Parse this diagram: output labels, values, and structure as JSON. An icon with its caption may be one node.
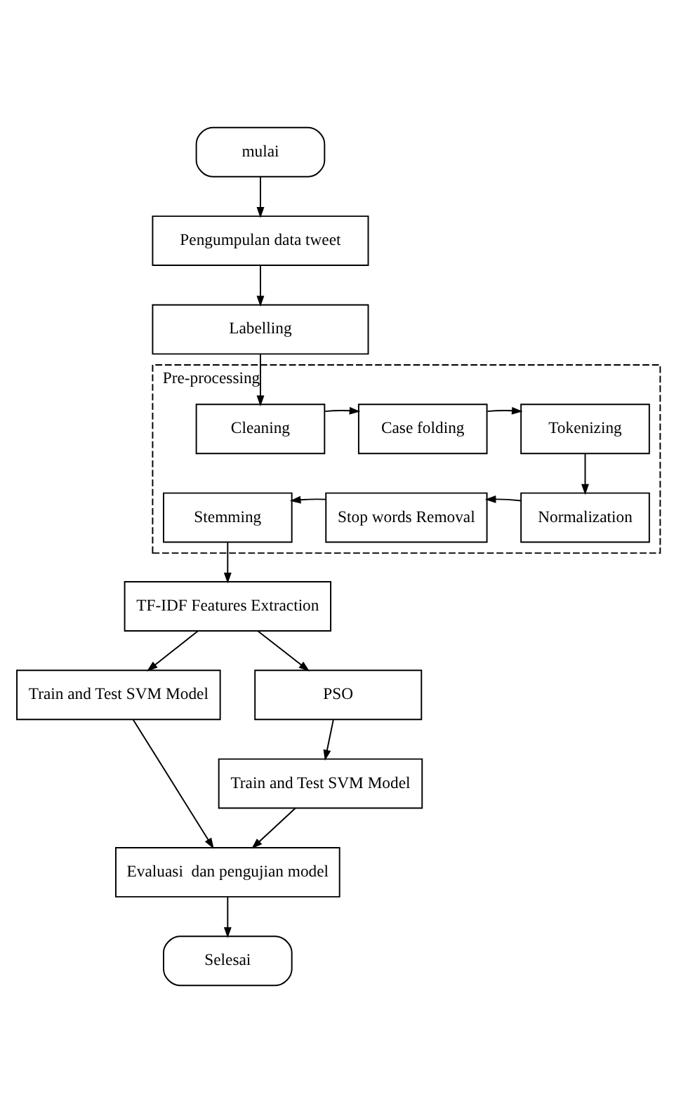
{
  "diagram": {
    "nodes": [
      {
        "text": [
          "mulai"
        ]
      },
      {
        "text": [
          "Pengumpulan data tweet"
        ]
      },
      {
        "text": [
          "Labelling"
        ]
      },
      {
        "text": [
          "Pre-processing"
        ]
      },
      {
        "text": [
          "Cleaning"
        ],
        "in": 3
      },
      {
        "text": [
          "Case folding"
        ],
        "in": 3
      },
      {
        "text": [
          "Tokenizing"
        ],
        "in": 3
      },
      {
        "text": [
          "Normalization"
        ],
        "in": 3
      },
      {
        "text": [
          "Stop words Removal"
        ],
        "in": 3
      },
      {
        "text": [
          "Stemming"
        ],
        "in": 3
      },
      {
        "text": [
          "TF-IDF Features Extraction"
        ]
      },
      {
        "text": [
          "Train and Test SVM Model"
        ]
      },
      {
        "text": [
          "PSO"
        ]
      },
      {
        "text": [
          "Train and Test SVM Model"
        ]
      },
      {
        "text": [
          "Evaluasi  dan pengujian model"
        ]
      },
      {
        "text": [
          "Selesai"
        ]
      }
    ],
    "edges": [
      {
        "from": 0,
        "to": 1,
        "arrow": "to"
      },
      {
        "from": 1,
        "to": 2,
        "arrow": "to"
      },
      {
        "from": 2,
        "to": 4,
        "arrow": "to"
      },
      {
        "from": 4,
        "to": 5,
        "arrow": "to"
      },
      {
        "from": 5,
        "to": 6,
        "arrow": "to"
      },
      {
        "from": 6,
        "to": 7,
        "arrow": "to"
      },
      {
        "from": 7,
        "to": 8,
        "arrow": "to"
      },
      {
        "from": 8,
        "to": 9,
        "arrow": "to"
      },
      {
        "from": 9,
        "to": 10,
        "arrow": "to"
      },
      {
        "from": 10,
        "to": 11,
        "arrow": "to"
      },
      {
        "from": 10,
        "to": 12,
        "arrow": "to"
      },
      {
        "from": 12,
        "to": 13,
        "arrow": "to"
      },
      {
        "from": 11,
        "to": 14,
        "arrow": "to"
      },
      {
        "from": 13,
        "to": 14,
        "arrow": "to"
      },
      {
        "from": 14,
        "to": 15,
        "arrow": "to"
      }
    ]
  }
}
